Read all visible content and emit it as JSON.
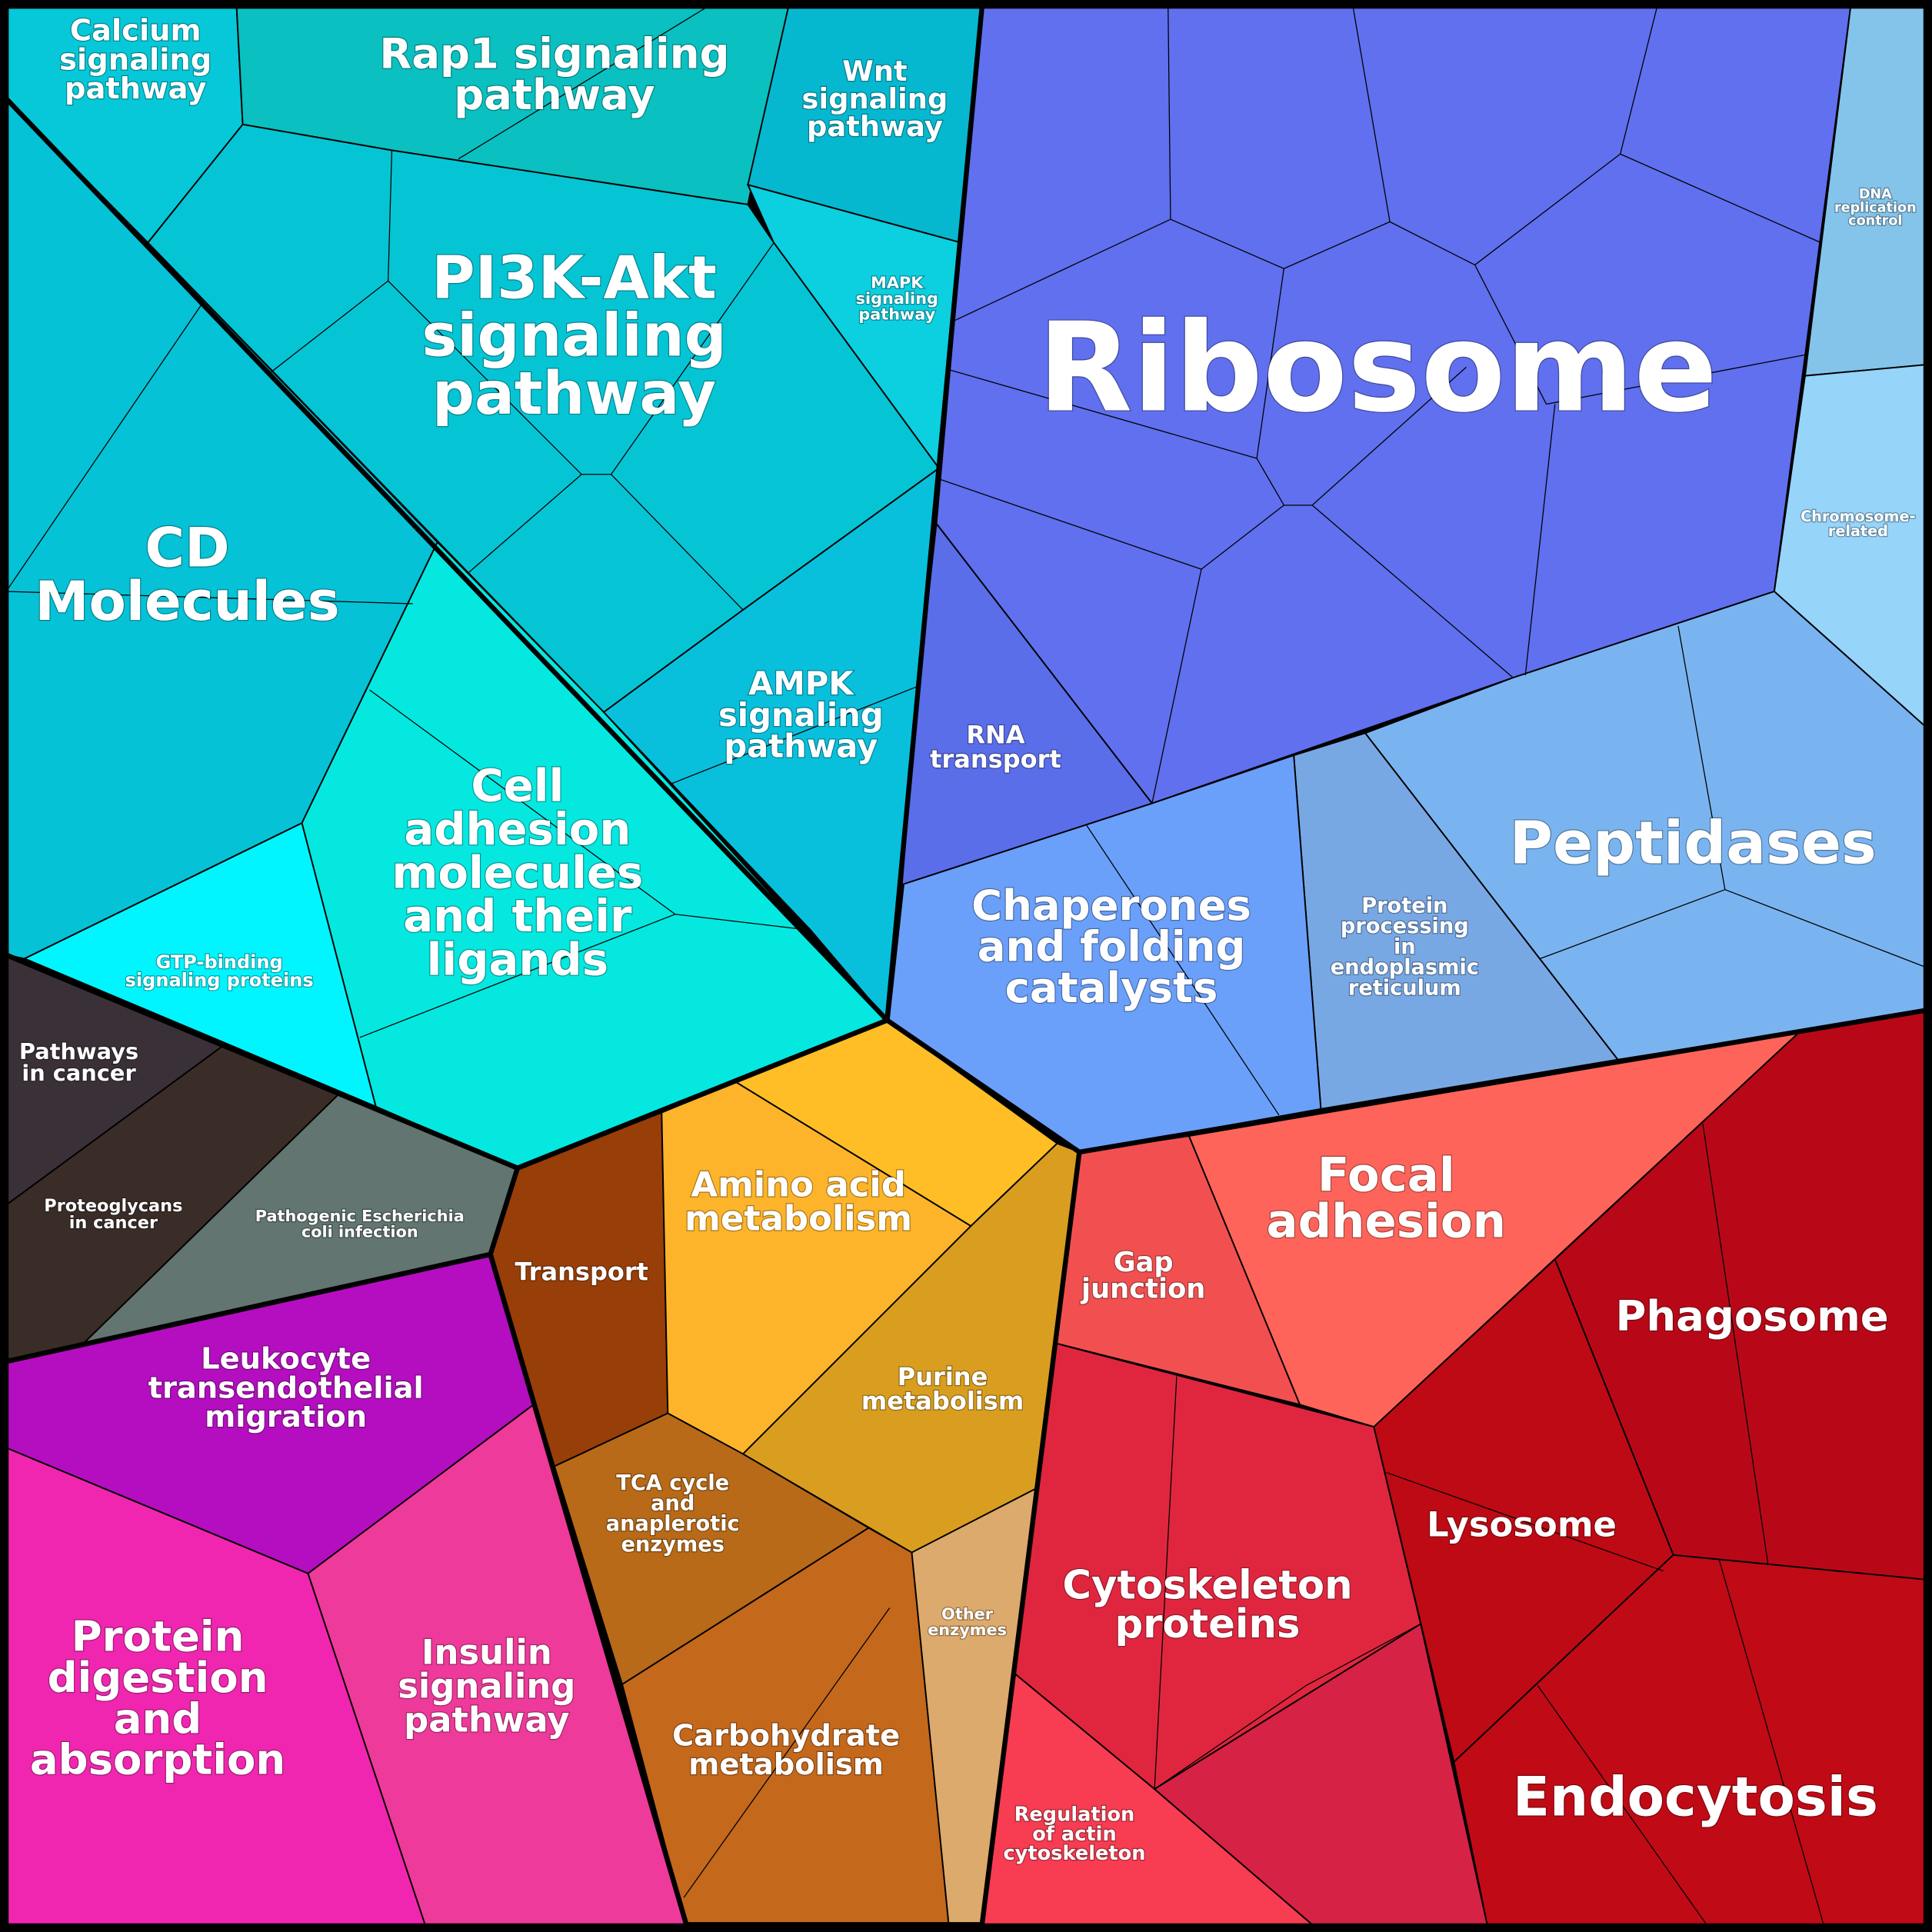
{
  "title": "Pathway Voronoi treemap",
  "cells": [
    {
      "id": "calcium",
      "lines": [
        "Calcium",
        "signaling",
        "pathway"
      ],
      "color": "#06c8d8"
    },
    {
      "id": "rap1",
      "lines": [
        "Rap1 signaling",
        "pathway"
      ],
      "color": "#0ac0c0"
    },
    {
      "id": "wnt",
      "lines": [
        "Wnt",
        "signaling",
        "pathway"
      ],
      "color": "#05b8d0"
    },
    {
      "id": "mapk",
      "lines": [
        "MAPK",
        "signaling",
        "pathway"
      ],
      "color": "#0ccfe0"
    },
    {
      "id": "pi3k",
      "lines": [
        "PI3K-Akt",
        "signaling",
        "pathway"
      ],
      "color": "#05c5d5"
    },
    {
      "id": "ampk",
      "lines": [
        "AMPK",
        "signaling",
        "pathway"
      ],
      "color": "#08c0dc"
    },
    {
      "id": "cd",
      "lines": [
        "CD",
        "Molecules"
      ],
      "color": "#05c2d6"
    },
    {
      "id": "cam",
      "lines": [
        "Cell",
        "adhesion",
        "molecules",
        "and their",
        "ligands"
      ],
      "color": "#04e8e0"
    },
    {
      "id": "gtp",
      "lines": [
        "GTP-binding",
        "signaling proteins"
      ],
      "color": "#00f5ff"
    },
    {
      "id": "pic",
      "lines": [
        "Pathways",
        "in cancer"
      ],
      "color": "#3a3038"
    },
    {
      "id": "prot",
      "lines": [
        "Proteoglycans",
        "in cancer"
      ],
      "color": "#3a2d28"
    },
    {
      "id": "ecoli",
      "lines": [
        "Pathogenic Escherichia",
        "coli infection"
      ],
      "color": "#627570"
    },
    {
      "id": "leuk",
      "lines": [
        "Leukocyte",
        "transendothelial",
        "migration"
      ],
      "color": "#b40ec0"
    },
    {
      "id": "pdig",
      "lines": [
        "Protein",
        "digestion",
        "and",
        "absorption"
      ],
      "color": "#f026b0"
    },
    {
      "id": "insulin",
      "lines": [
        "Insulin",
        "signaling",
        "pathway"
      ],
      "color": "#ee3a9a"
    },
    {
      "id": "transport",
      "lines": [
        "Transport"
      ],
      "color": "#983e08"
    },
    {
      "id": "amino",
      "lines": [
        "Amino acid",
        "metabolism"
      ],
      "color": "#fdb42a"
    },
    {
      "id": "yellow",
      "lines": [],
      "color": "#ffbe25"
    },
    {
      "id": "purine",
      "lines": [
        "Purine",
        "metabolism"
      ],
      "color": "#d99e20"
    },
    {
      "id": "tca",
      "lines": [
        "TCA cycle",
        "and",
        "anaplerotic",
        "enzymes"
      ],
      "color": "#b86a18"
    },
    {
      "id": "carb",
      "lines": [
        "Carbohydrate",
        "metabolism"
      ],
      "color": "#c4681c"
    },
    {
      "id": "other",
      "lines": [
        "Other",
        "enzymes"
      ],
      "color": "#dcaa6c"
    },
    {
      "id": "gap",
      "lines": [
        "Gap",
        "junction"
      ],
      "color": "#f25050"
    },
    {
      "id": "focal",
      "lines": [
        "Focal",
        "adhesion"
      ],
      "color": "#ff645a"
    },
    {
      "id": "cyto",
      "lines": [
        "Cytoskeleton",
        "proteins"
      ],
      "color": "#e0263f"
    },
    {
      "id": "actin",
      "lines": [
        "Regulation",
        "of actin",
        "cytoskeleton"
      ],
      "color": "#f83c52"
    },
    {
      "id": "crimson",
      "lines": [],
      "color": "#d62244"
    },
    {
      "id": "phago",
      "lines": [
        "Phagosome"
      ],
      "color": "#b80818"
    },
    {
      "id": "lyso",
      "lines": [
        "Lysosome"
      ],
      "color": "#be0a14"
    },
    {
      "id": "endo",
      "lines": [
        "Endocytosis"
      ],
      "color": "#c00a16"
    },
    {
      "id": "ribo",
      "lines": [
        "Ribosome"
      ],
      "color": "#6070ee"
    },
    {
      "id": "rna",
      "lines": [
        "RNA",
        "transport"
      ],
      "color": "#5a6eea"
    },
    {
      "id": "dna",
      "lines": [
        "DNA",
        "replication",
        "control"
      ],
      "color": "#84c4ea"
    },
    {
      "id": "chrom",
      "lines": [
        "Chromosome-",
        "related"
      ],
      "color": "#96d4fa"
    },
    {
      "id": "pept",
      "lines": [
        "Peptidases"
      ],
      "color": "#7ab4f0"
    },
    {
      "id": "ppe",
      "lines": [
        "Protein",
        "processing",
        "in",
        "endoplasmic",
        "reticulum"
      ],
      "color": "#78a8e4"
    },
    {
      "id": "chap",
      "lines": [
        "Chaperones",
        "and folding",
        "catalysts"
      ],
      "color": "#6aa0fa"
    }
  ]
}
